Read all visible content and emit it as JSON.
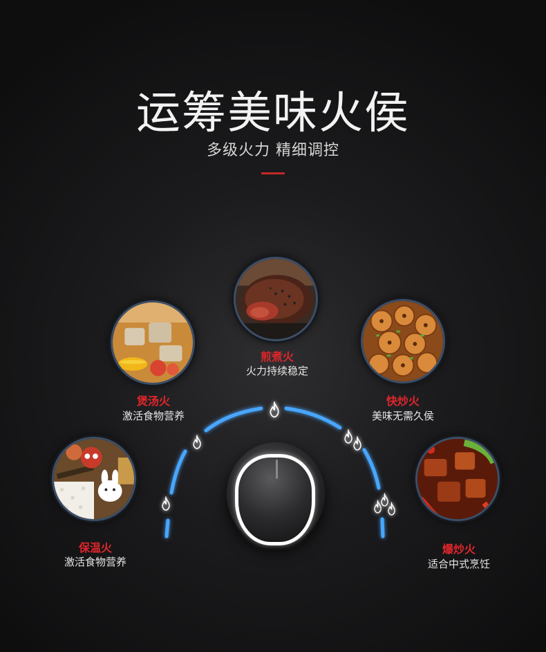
{
  "header": {
    "title": "运筹美味火侯",
    "subtitle": "多级火力 精细调控"
  },
  "dishes": [
    {
      "name": "煎煮火",
      "desc": "火力持续稳定",
      "icon": "steak-photo"
    },
    {
      "name": "煲汤火",
      "desc": "激活食物营养",
      "icon": "soup-photo"
    },
    {
      "name": "快炒火",
      "desc": "美味无需久侯",
      "icon": "lotus-root-stirfry-photo"
    },
    {
      "name": "保温火",
      "desc": "激活食物营养",
      "icon": "bento-photo"
    },
    {
      "name": "爆炒火",
      "desc": "适合中式烹饪",
      "icon": "spicy-stirfry-photo"
    }
  ],
  "colors": {
    "accent": "#e0262b",
    "flame": "#4aa6ff",
    "ring": "#3c4e66"
  }
}
